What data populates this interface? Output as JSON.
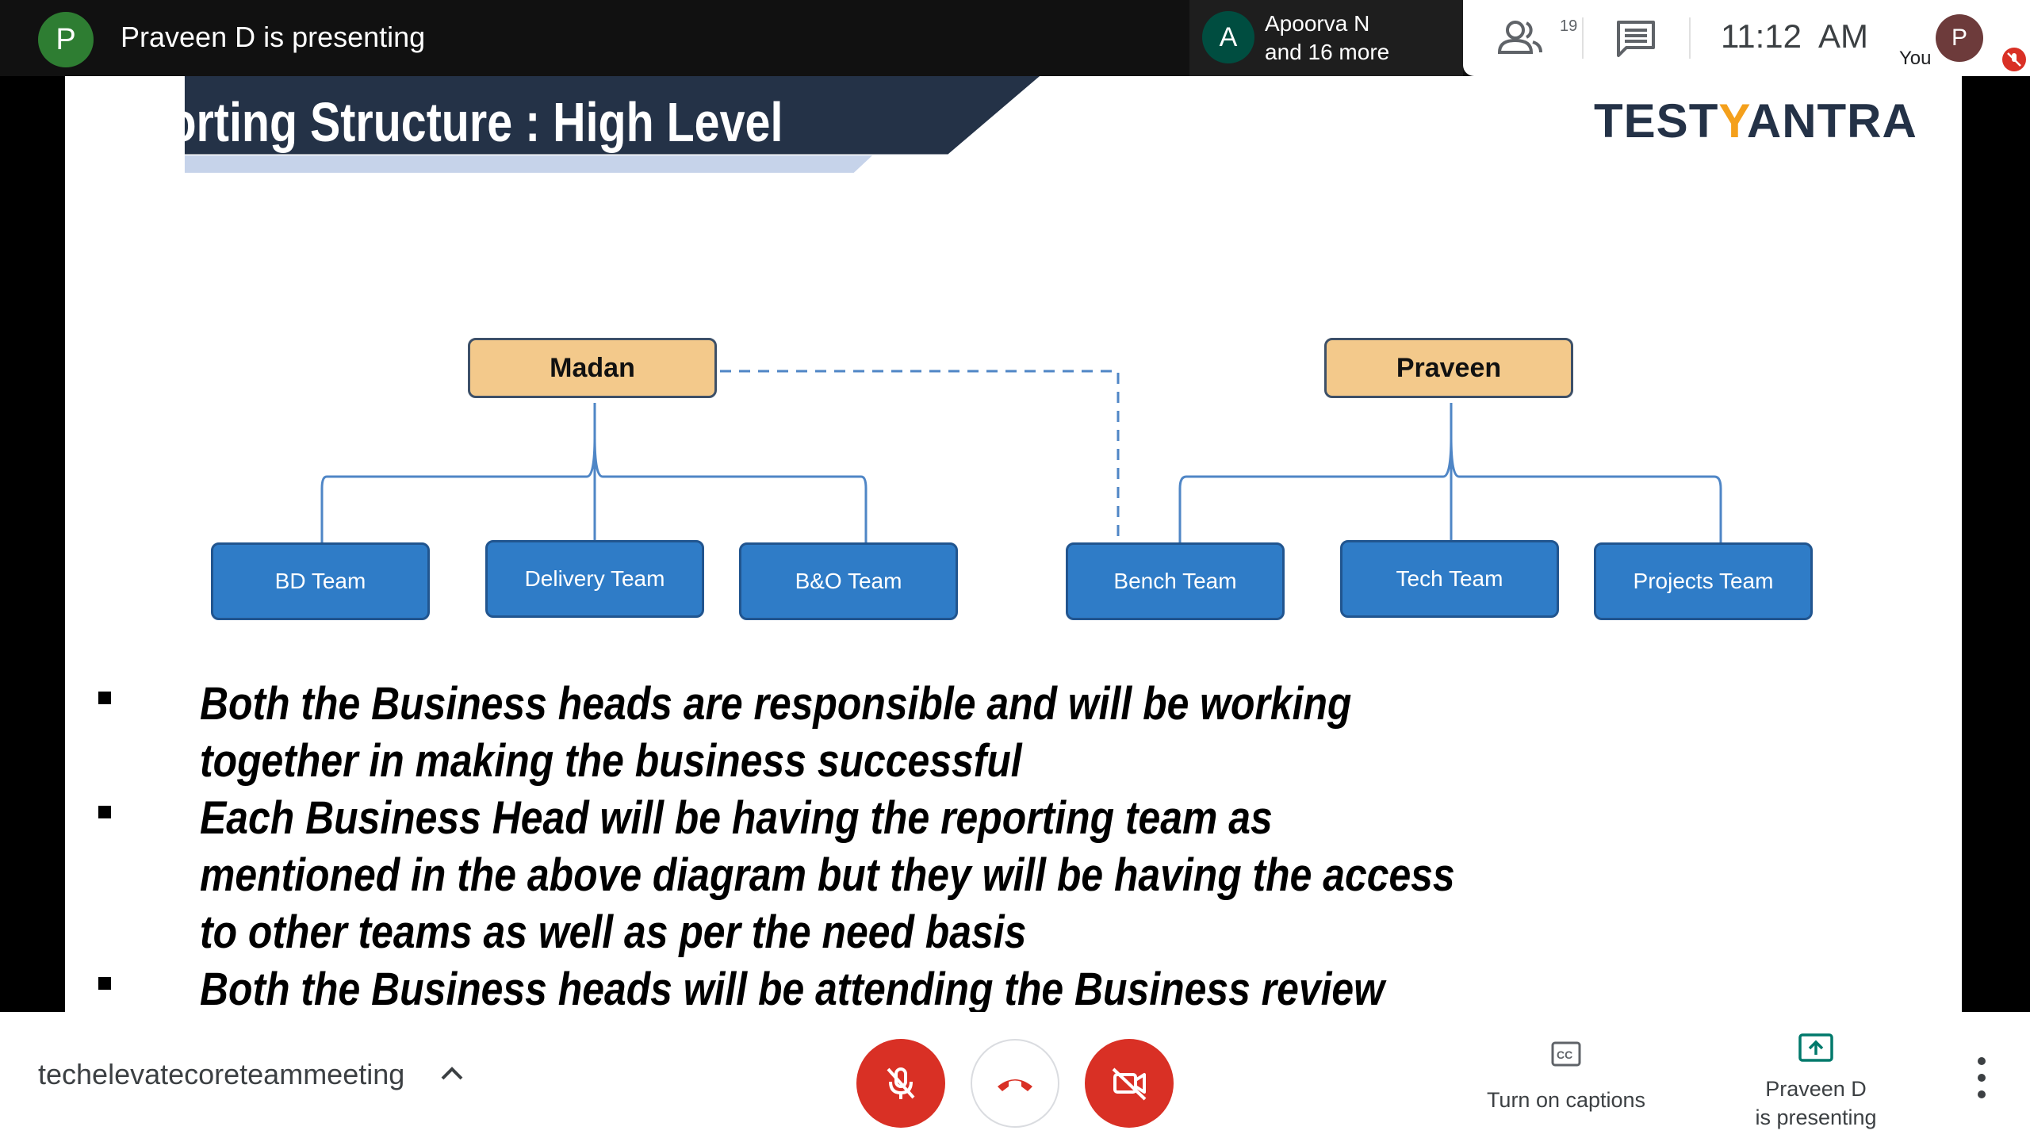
{
  "topbar": {
    "presenter_initial": "P",
    "presenting_text": "Praveen D is presenting",
    "participant_chip": {
      "initial": "A",
      "line1": "Apoorva N",
      "line2": "and 16 more"
    },
    "people_count": "19",
    "clock": "11:12  AM",
    "you_label": "You",
    "self_initial": "P"
  },
  "slide": {
    "title": "Reporting Structure : High Level",
    "logo_part1": "TEST",
    "logo_part2": "Y",
    "logo_part3": "ANTRA",
    "heads": [
      "Madan",
      "Praveen"
    ],
    "teams": [
      "BD Team",
      "Delivery Team",
      "B&O Team",
      "Bench Team",
      "Tech Team",
      "Projects Team"
    ],
    "bullets": [
      "Both the Business heads are responsible and will be working together in making the business successful",
      "Each Business Head will be having the reporting team as mentioned in the above diagram but they will be having the access to other teams as well as per the need basis",
      "Both the Business heads will be attending the Business review meetings"
    ]
  },
  "bottombar": {
    "meeting_name": "techelevatecoreteammeeting",
    "captions_label": "Turn on captions",
    "presenting_line1": "Praveen D",
    "presenting_line2": "is presenting"
  },
  "colors": {
    "title_band": "#243247",
    "head_fill": "#f3c98b",
    "team_fill": "#2f7cc7",
    "control_red": "#d93025"
  },
  "icons": [
    "people-icon",
    "chat-icon",
    "mic-off-icon",
    "hang-up-icon",
    "camera-off-icon",
    "captions-icon",
    "present-icon",
    "more-vert-icon",
    "chevron-up-icon"
  ]
}
